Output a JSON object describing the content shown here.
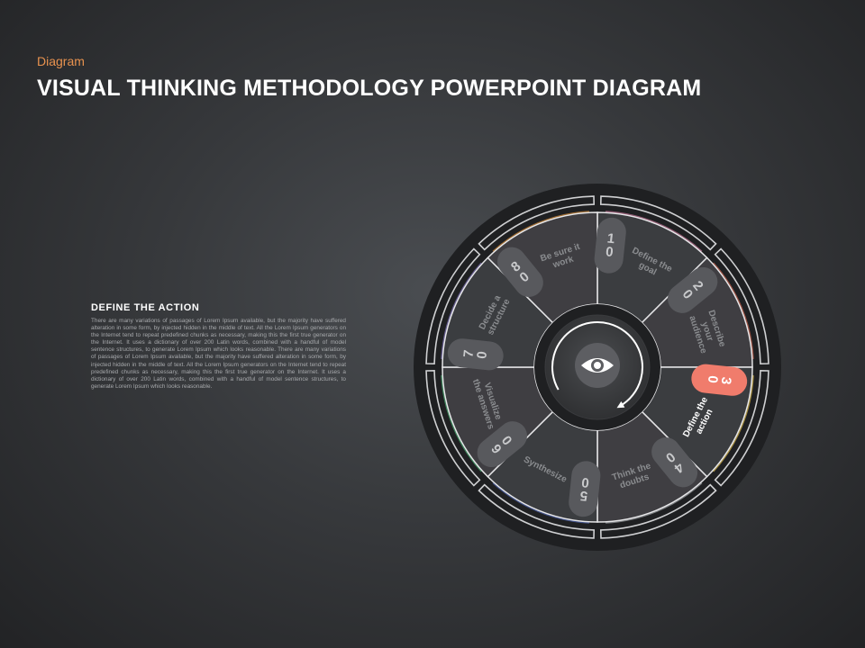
{
  "header": {
    "kicker": "Diagram",
    "title": "VISUAL THINKING METHODOLOGY POWERPOINT DIAGRAM"
  },
  "description": {
    "heading": "DEFINE  THE  ACTION",
    "text": "There are many variations of passages of Lorem Ipsum available, but the majority have suffered alteration in some form, by injected hidden in the middle of text. All the Lorem Ipsum generators on the Internet tend to repeat predefined chunks as necessary, making this the first true generator on the Internet. It uses a dictionary of over 200 Latin words, combined with a handful of model sentence structures, to generate Lorem Ipsum which looks reasonable. There are many variations of passages of Lorem Ipsum available, but the majority have suffered alteration in some form, by injected hidden in the middle of text. All the Lorem Ipsum generators on the Internet tend to repeat predefined chunks as necessary, making this the first true generator on the Internet. It uses a dictionary of over 200 Latin words, combined with a handful of model sentence structures, to generate Lorem Ipsum which looks reasonable."
  },
  "wheel": {
    "center_icon": "eye-icon",
    "active_index": 2,
    "active_color": "#f07c6c",
    "segments": [
      {
        "number": "01",
        "label": [
          "Define the",
          "goal"
        ],
        "color": "#b86f8f"
      },
      {
        "number": "02",
        "label": [
          "Describe",
          "your",
          "audience"
        ],
        "color": "#c0624f"
      },
      {
        "number": "03",
        "label": [
          "Define the",
          "action"
        ],
        "color": "#d2b24a"
      },
      {
        "number": "04",
        "label": [
          "Think the",
          "doubts"
        ],
        "color": "#9a9ca0"
      },
      {
        "number": "05",
        "label": [
          "Synthesize"
        ],
        "color": "#4d62a8"
      },
      {
        "number": "06",
        "label": [
          "Visualize",
          "the answers"
        ],
        "color": "#48a36e"
      },
      {
        "number": "07",
        "label": [
          "Decide a",
          "structure"
        ],
        "color": "#7b6fb0"
      },
      {
        "number": "08",
        "label": [
          "Be sure it",
          "work"
        ],
        "color": "#c9853a"
      }
    ]
  }
}
